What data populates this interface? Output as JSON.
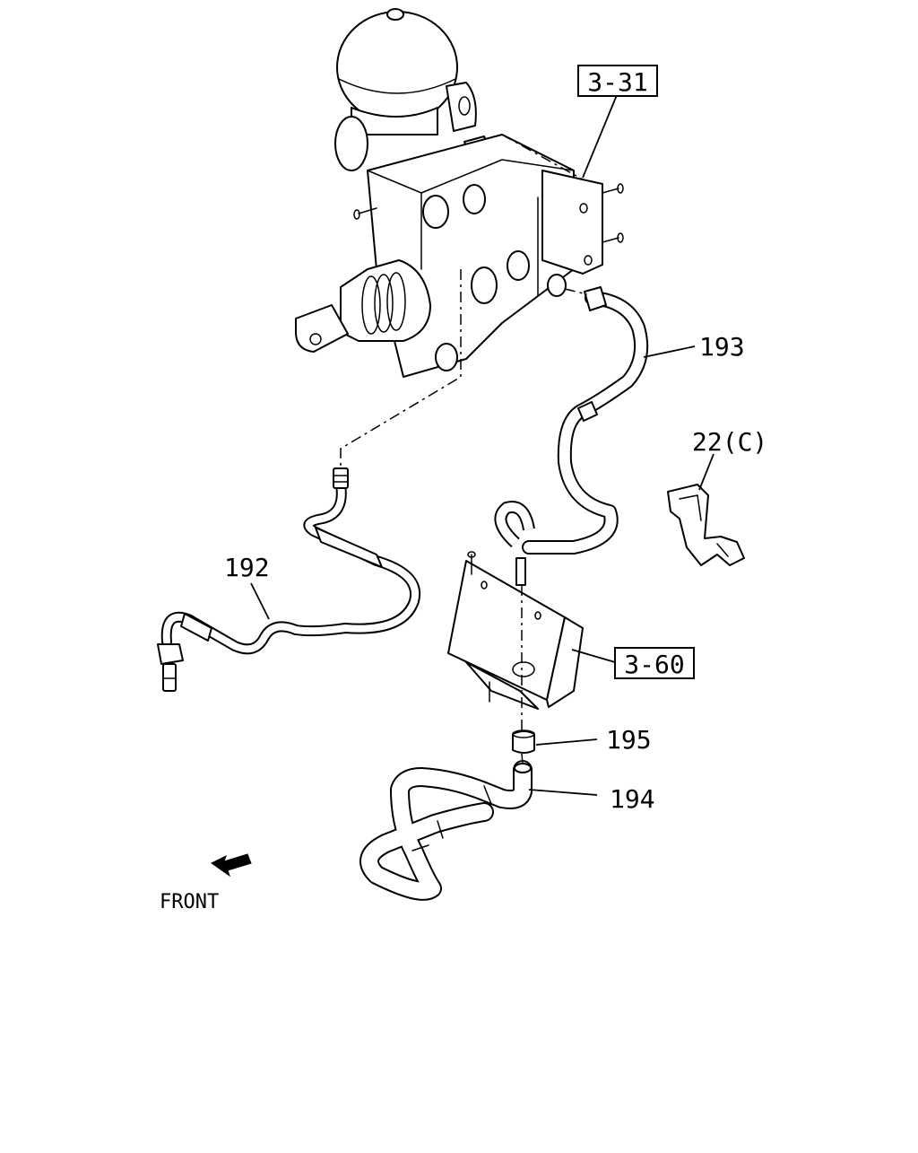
{
  "callouts": {
    "ref_3_31": "3-31",
    "ref_3_60": "3-60",
    "part_193": "193",
    "part_22c": "22(C)",
    "part_192": "192",
    "part_195": "195",
    "part_194": "194"
  },
  "orientation": {
    "label": "FRONT",
    "icon": "front-direction-arrow-icon"
  }
}
